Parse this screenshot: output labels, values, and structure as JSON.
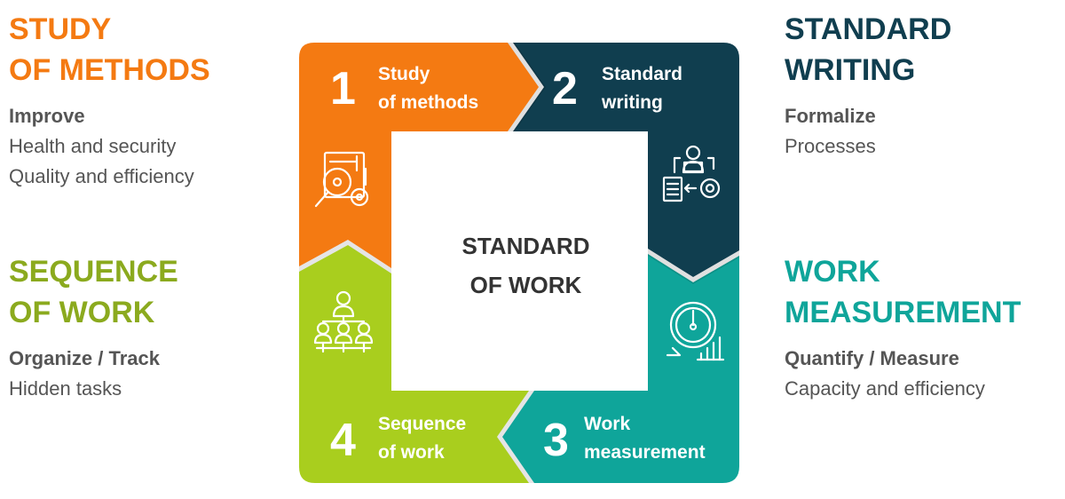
{
  "colors": {
    "orange": "#F47A12",
    "dark_teal": "#103E4F",
    "teal": "#0FA59A",
    "lime": "#A9CE1E",
    "olive_text": "#8BAA1E",
    "gray_text": "#555555"
  },
  "left_top": {
    "title_line1": "STUDY",
    "title_line2": "OF METHODS",
    "bold": "Improve",
    "line1": "Health and security",
    "line2": "Quality and efficiency"
  },
  "right_top": {
    "title_line1": "STANDARD",
    "title_line2": "WRITING",
    "bold": "Formalize",
    "line1": "Processes"
  },
  "left_bottom": {
    "title_line1": "SEQUENCE",
    "title_line2": "OF WORK",
    "bold": "Organize / Track",
    "line1": "Hidden tasks"
  },
  "right_bottom": {
    "title_line1": "WORK",
    "title_line2": "MEASUREMENT",
    "bold": "Quantify / Measure",
    "line1": "Capacity and efficiency"
  },
  "center": {
    "line1": "STANDARD",
    "line2": "OF WORK"
  },
  "steps": [
    {
      "number": "1",
      "line1": "Study",
      "line2": "of methods",
      "icon": "document-magnifier-gear-icon"
    },
    {
      "number": "2",
      "line1": "Standard",
      "line2": "writing",
      "icon": "person-document-gear-icon"
    },
    {
      "number": "3",
      "line1": "Work",
      "line2": "measurement",
      "icon": "gauge-bar-chart-icon"
    },
    {
      "number": "4",
      "line1": "Sequence",
      "line2": "of work",
      "icon": "team-hierarchy-icon"
    }
  ]
}
